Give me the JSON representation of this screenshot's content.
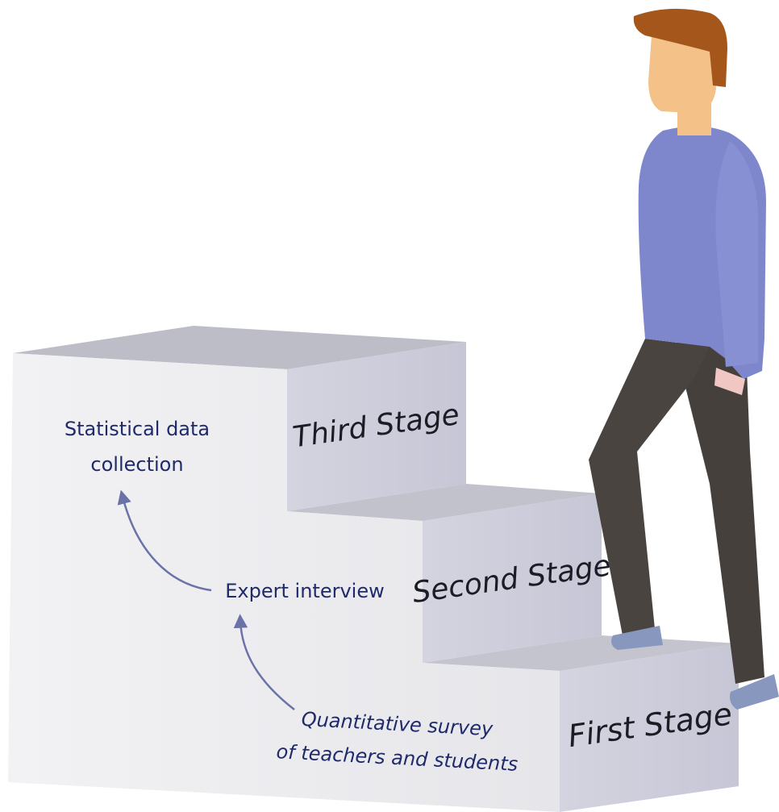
{
  "stages": {
    "first": "First Stage",
    "second": "Second Stage",
    "third": "Third Stage"
  },
  "steps": {
    "survey_line1": "Quantitative survey",
    "survey_line2": "of teachers and students",
    "interview": "Expert interview",
    "stats_line1": "Statistical data",
    "stats_line2": "collection"
  },
  "colors": {
    "step_front": "#eeeef1",
    "step_top": "#bfbfca",
    "step_riser": "#cdcddc",
    "step_text": "#1f2a6b",
    "arrow": "#6a72a8",
    "sweater": "#7f87cc",
    "pants": "#46403d",
    "skin": "#f4c189",
    "hair": "#a5571b",
    "shoe": "#8797bd"
  }
}
